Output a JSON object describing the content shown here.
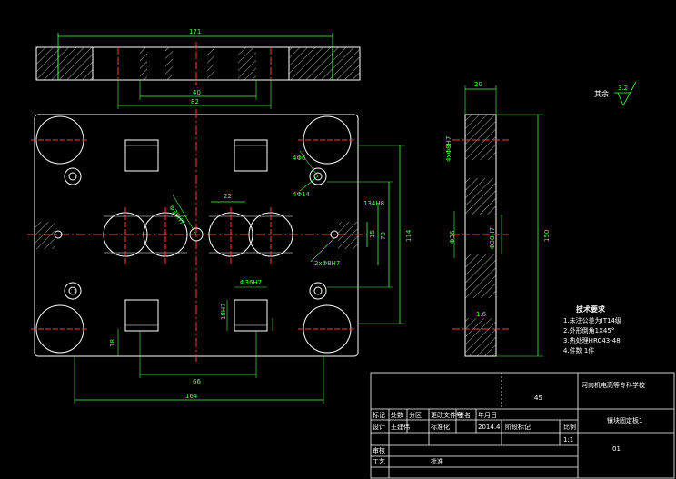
{
  "drawing": {
    "dims": {
      "d171": "171",
      "d40": "40",
      "d82": "82",
      "d20": "20",
      "d22": "22",
      "d66": "66",
      "d164": "164",
      "d150": "150",
      "d114": "114",
      "d70": "70",
      "d15": "15",
      "d18": "18"
    },
    "notes": {
      "roughness": "其余",
      "roughness_value": "3.2",
      "label_4d6": "4Φ6",
      "label_4m14": "4Φ14",
      "label_134h8": "134H8",
      "label_2d8": "2xΦ8H7",
      "label_side_top": "4xΦ8H7",
      "label_side_mid": "Φ36",
      "label_side_mid2": "Φ38H7",
      "label_side_bot": "1.6",
      "label_pocket": "Φ36H7",
      "label_pocket_w": "18H7",
      "label_center": "Φ36H7"
    },
    "tech_req": {
      "title": "技术要求",
      "items": [
        "1.未注公差为IT14级",
        "2.外形倒角1X45°",
        "3.热处理HRC43-48",
        "4.件数 1件"
      ]
    }
  },
  "title_block": {
    "quantity": "45",
    "school": "河南机电高等专科学校",
    "part_name": "镶块固定板1",
    "header_cells": [
      "标记",
      "处数",
      "分区",
      "更改文件号",
      "签名",
      "年月日"
    ],
    "designer_label": "设计",
    "designer_name": "王建伟",
    "std_label": "标准化",
    "date": "2014.4",
    "stage_label": "阶段标记",
    "scale_label": "比例",
    "scale_value": "1:1",
    "review_label": "审核",
    "process_label": "工艺",
    "approve_label": "批准",
    "sheet_no": "01"
  }
}
